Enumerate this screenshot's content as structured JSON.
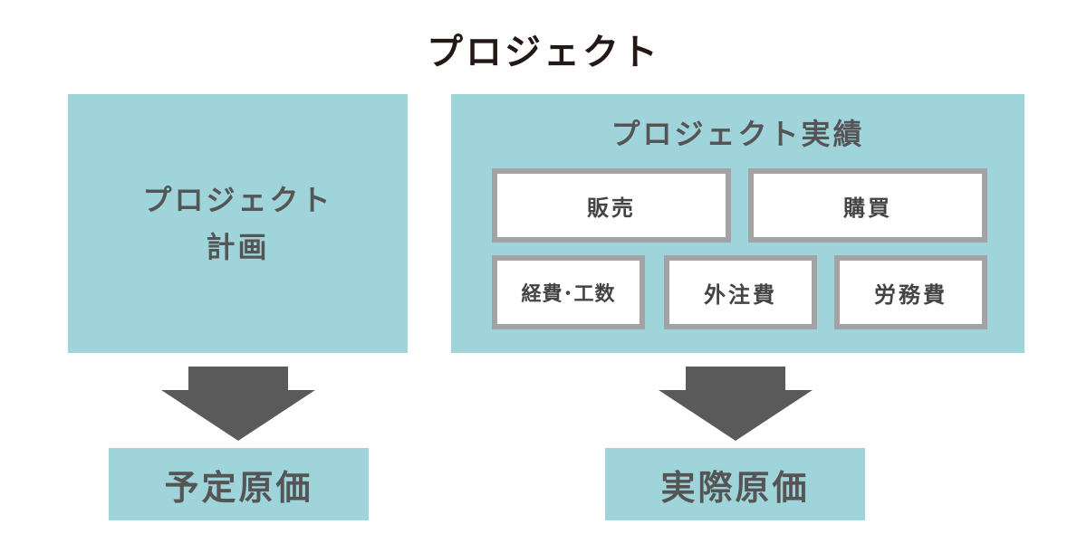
{
  "title": "プロジェクト",
  "plan": {
    "line1": "プロジェクト",
    "line2": "計画"
  },
  "actual": {
    "title": "プロジェクト実績",
    "items": [
      "販売",
      "購買",
      "経費･工数",
      "外注費",
      "労務費"
    ]
  },
  "results": {
    "planned": "予定原価",
    "actual": "実際原価"
  },
  "colors": {
    "panel": "#9ed4da",
    "box_border": "#a3a3a3",
    "arrow": "#5a5a5a",
    "text": "#555555",
    "title": "#231815"
  }
}
